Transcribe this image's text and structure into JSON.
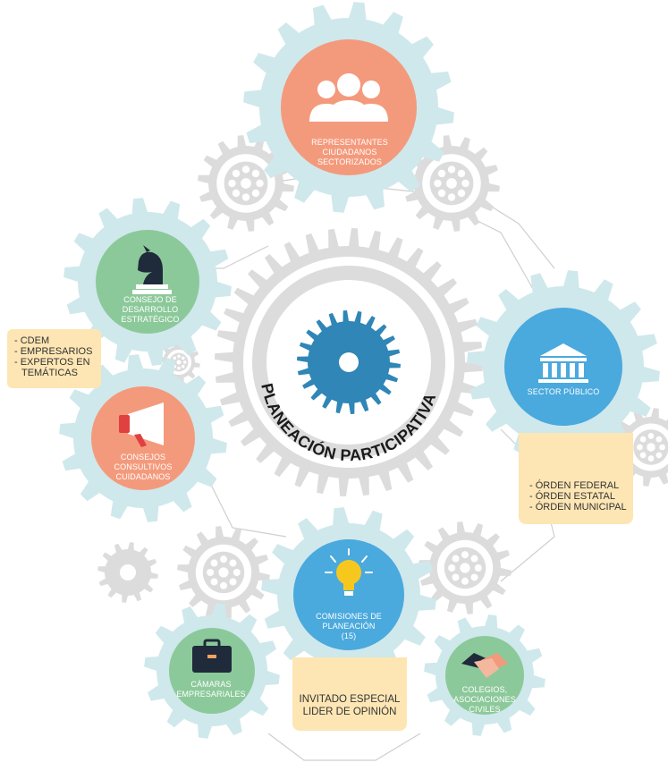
{
  "title": "PLANEACIÓN PARTICIPATIVA",
  "gears": {
    "representantes": {
      "lines": [
        "REPRESENTANTES",
        "CIUDADANOS",
        "SECTORIZADOS"
      ],
      "icon": "people-group-icon",
      "color": "#f49a7c"
    },
    "consejo_desarrollo": {
      "lines": [
        "CONSEJO DE",
        "DESARROLLO",
        "ESTRATÉGICO"
      ],
      "icon": "chess-knight-icon",
      "color": "#8cc99a"
    },
    "consejos_consultivos": {
      "lines": [
        "CONSEJOS",
        "CONSULTIVOS",
        "CUIDADANOS"
      ],
      "icon": "megaphone-icon",
      "color": "#f49a7c"
    },
    "sector_publico": {
      "lines": [
        "SECTOR PÚBLICO"
      ],
      "icon": "government-building-icon",
      "color": "#4aa9dd"
    },
    "comisiones": {
      "lines": [
        "COMISIONES DE",
        "PLANEACIÓN",
        "(15)"
      ],
      "icon": "light-bulb-icon",
      "color": "#4aa9dd"
    },
    "camaras": {
      "lines": [
        "CÁMARAS",
        "EMPRESARIALES"
      ],
      "icon": "briefcase-icon",
      "color": "#8cc99a"
    },
    "colegios": {
      "lines": [
        "COLEGIOS,",
        "ASOCIACIONES",
        "CIVILES"
      ],
      "icon": "handshake-icon",
      "color": "#8cc99a"
    }
  },
  "boxes": {
    "cdem": [
      "- CDEM",
      "- EMPRESARIOS",
      "- EXPERTOS EN",
      "  TEMÁTICAS"
    ],
    "ordenes": [
      "- ÓRDEN FEDERAL",
      "- ÓRDEN ESTATAL",
      "- ÓRDEN MUNICIPAL"
    ],
    "invitado": [
      "INVITADO ESPECIAL",
      "LIDER DE OPINIÓN"
    ]
  },
  "colors": {
    "gear_teal": "#cfe8ec",
    "gear_gray": "#dcdcdc",
    "outline_gray": "#cccccc",
    "central_blue": "#2f86b7",
    "box_fill": "#fde6b4",
    "text_dark": "#333333"
  }
}
